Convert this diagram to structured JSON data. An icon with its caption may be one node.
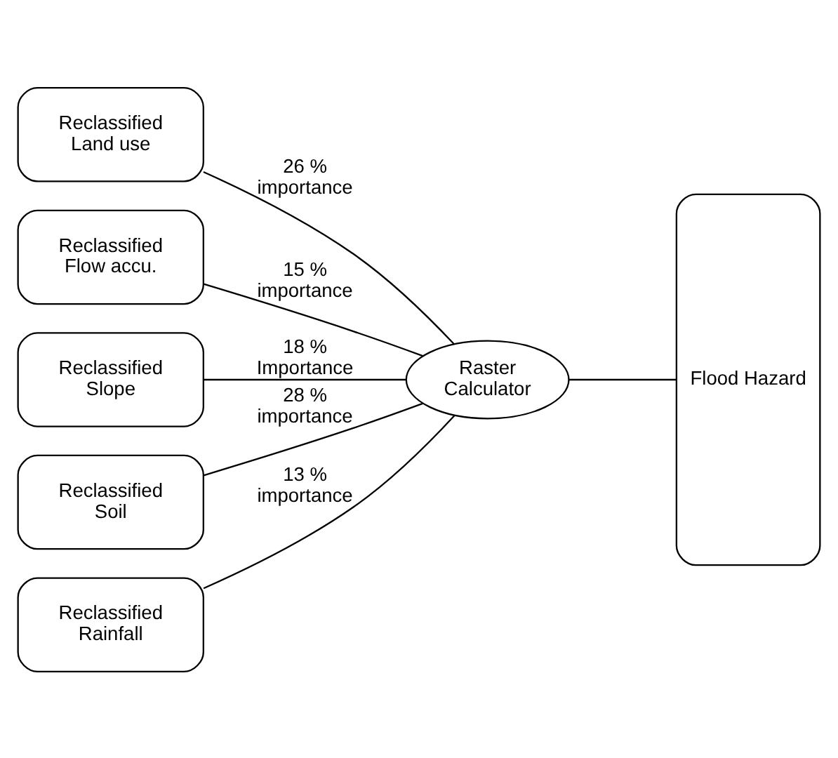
{
  "diagram": {
    "nodes": [
      {
        "text": [
          "Reclassified Land use"
        ]
      },
      {
        "text": [
          "Reclassified Flow accu."
        ]
      },
      {
        "text": [
          "Reclassified Slope"
        ]
      },
      {
        "text": [
          "Reclassified Soil"
        ]
      },
      {
        "text": [
          "Reclassified Rainfall"
        ]
      },
      {
        "text": [
          "Raster Calculator"
        ]
      },
      {
        "text": [
          "Flood Hazard"
        ]
      }
    ],
    "edges": [
      {
        "from": 0,
        "to": 5,
        "arrow": "none",
        "label": "26 % importance"
      },
      {
        "from": 1,
        "to": 5,
        "arrow": "none",
        "label": "15 % importance"
      },
      {
        "from": 2,
        "to": 5,
        "arrow": "none",
        "label": "18 % Importance"
      },
      {
        "from": 3,
        "to": 5,
        "arrow": "none",
        "label": "28 % importance"
      },
      {
        "from": 4,
        "to": 5,
        "arrow": "none",
        "label": "13 % importance"
      },
      {
        "from": 5,
        "to": 6,
        "arrow": "none"
      }
    ]
  }
}
